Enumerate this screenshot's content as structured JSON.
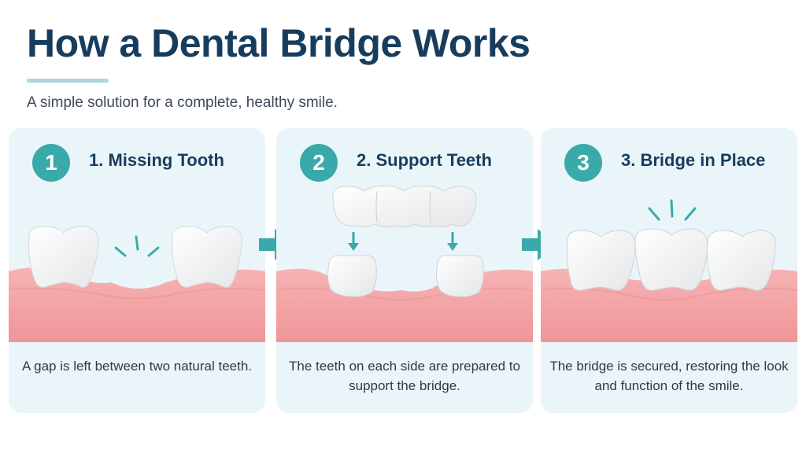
{
  "header": {
    "title": "How a Dental Bridge Works",
    "subtitle": "A simple solution for a complete, healthy smile."
  },
  "steps": [
    {
      "number": "1",
      "title": "1. Missing Tooth",
      "caption": "A gap is left between two natural teeth.",
      "icon": "gap-teeth-illustration"
    },
    {
      "number": "2",
      "title": "2. Support Teeth",
      "caption": "The teeth on each side are prepared to support the bridge.",
      "icon": "prepared-teeth-illustration"
    },
    {
      "number": "3",
      "title": "3. Bridge in Place",
      "caption": "The bridge is secured, restoring the look and function of the smile.",
      "icon": "bridge-installed-illustration"
    }
  ],
  "colors": {
    "accent": "#3aa9aa",
    "title": "#173d5e",
    "panel": "#eaf5f9",
    "gum": "#f4a3a5",
    "tooth": "#ffffff"
  }
}
